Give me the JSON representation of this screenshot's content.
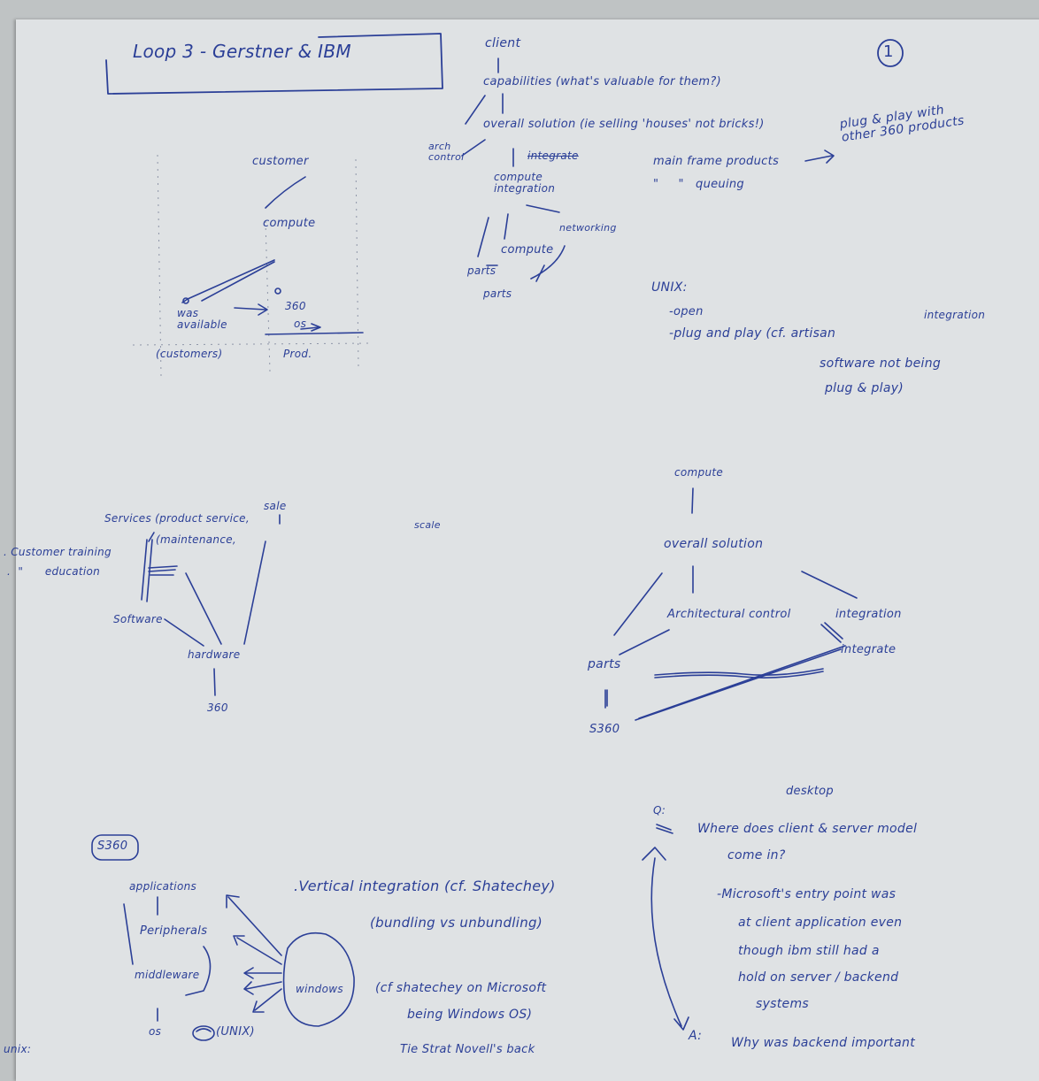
{
  "title": "Loop 3 - Gerstner & IBM",
  "page_number": "1",
  "top_left": {
    "customer": "customer",
    "compute": "compute",
    "was_available": "was\navailable",
    "three_sixty": "360",
    "os": "os",
    "customers": "(customers)",
    "prod": "Prod."
  },
  "top_center": {
    "client": "client",
    "capabilities": "capabilities (what's valuable for them?)",
    "overall_solution": "overall solution (ie selling 'houses' not bricks!)",
    "arch_control": "arch\ncontrol",
    "integrate": "integrate",
    "compute_integration": "compute\nintegration",
    "networking": "networking",
    "compute": "compute",
    "parts": "parts",
    "mainframe_products": "main frame products",
    "queuing": "\"     \"   queuing",
    "plug_play": "plug & play with\nother 360 products"
  },
  "unix_note": {
    "heading": "UNIX:",
    "open": "-open",
    "plug_and_play": "-plug and play (cf. artisan",
    "integration": "integration",
    "line3": "software not being",
    "line4": "plug & play)"
  },
  "middle_left": {
    "services": "Services (product service,",
    "sale": "sale",
    "maintenance": "(maintenance,",
    "customer_training": ". Customer training",
    "education": ".  \"      education",
    "software": "Software",
    "hardware": "hardware",
    "three_sixty": "360",
    "stray": "scale"
  },
  "middle_right": {
    "compute": "compute",
    "overall_solution": "overall solution",
    "architectural_control": "Architectural control",
    "integration": "integration",
    "integrate": "integrate",
    "parts": "parts",
    "s360": "S360"
  },
  "bottom_left": {
    "badge": "S360",
    "applications": "applications",
    "peripherals": "Peripherals",
    "middleware": "middleware",
    "os": "os",
    "unix": "(UNIX)",
    "windows": "windows",
    "unix_margin": "unix:"
  },
  "bottom_center": {
    "vertical": ".Vertical integration (cf. Shatechey)",
    "bundling": "(bundling vs unbundling)",
    "shatechey": "(cf shatechey on Microsoft",
    "being_windows": "being Windows OS)",
    "cut_off": "Tie  Strat  Novell's back"
  },
  "bottom_right": {
    "desktop": "desktop",
    "q1": "Q:",
    "question": "Where does client & server model",
    "question2": "come in?",
    "microsoft1": "-Microsoft's entry point was",
    "microsoft2": "at client application even",
    "microsoft3": "though ibm still had a",
    "microsoft4": "hold on server / backend",
    "microsoft5": "systems",
    "answer": "A:",
    "why": "Why was backend important"
  }
}
